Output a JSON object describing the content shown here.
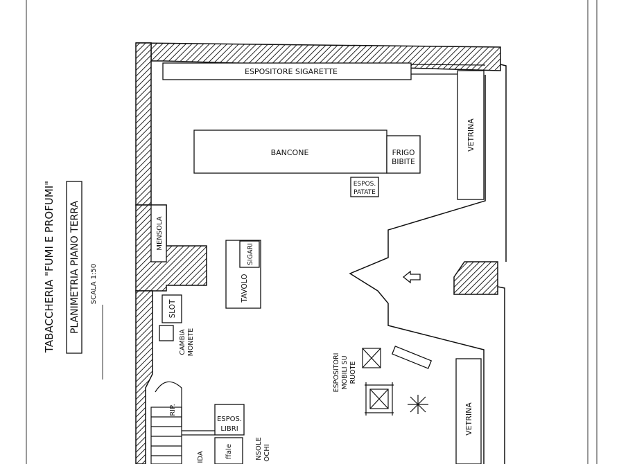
{
  "document": {
    "title": "TABACCHERIA \"FUMI E PROFUMI\"",
    "subtitle": "PLANIMETRIA PIANO TERRA",
    "scale": "SCALA 1:50"
  },
  "rooms": {
    "espositore_sigarette": "ESPOSITORE SIGARETTE",
    "bancone": "BANCONE",
    "frigo_line1": "FRIGO",
    "frigo_line2": "BIBITE",
    "espos_patate_line1": "ESPOS.",
    "espos_patate_line2": "PATATE",
    "vetrina_top": "VETRINA",
    "vetrina_bottom": "VETRINA",
    "mensola": "MENSOLA",
    "tavolo": "TAVOLO",
    "sigari": "SIGARI",
    "slot": "SLOT",
    "cambia_line1": "CAMBIA",
    "cambia_line2": "MONETE",
    "espositori_line1": "ESPOSITORI",
    "espositori_line2": "MOBILI SU",
    "espositori_line3": "RUOTE",
    "rip": "RIP.",
    "espos_libri_line1": "ESPOS.",
    "espos_libri_line2": "LIBRI",
    "scaffale": "ffale",
    "consolle_line1": "NSOLE",
    "consolle_line2": "OCHI",
    "partial_ida": "IDA"
  }
}
